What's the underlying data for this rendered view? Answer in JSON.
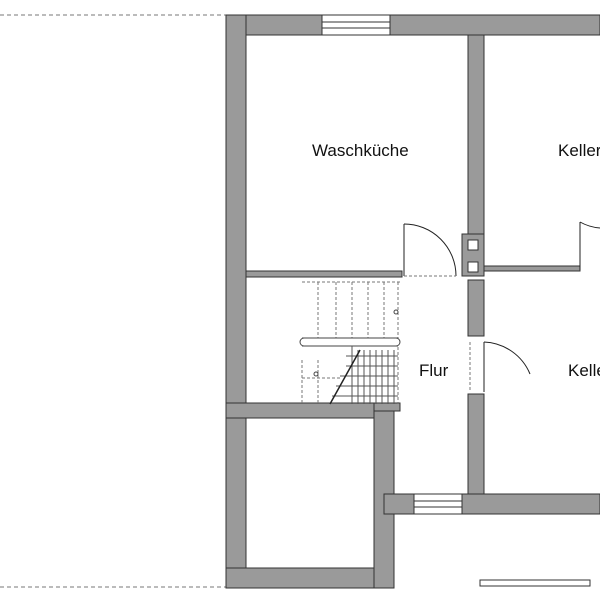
{
  "rooms": {
    "waschkueche": "Waschküche",
    "keller_top": "Keller",
    "flur": "Flur",
    "keller_bottom": "Keller"
  },
  "colors": {
    "wall_fill": "#9a9a9a",
    "wall_stroke": "#333333",
    "line": "#222222",
    "dashed": "#777777",
    "background": "#ffffff"
  }
}
